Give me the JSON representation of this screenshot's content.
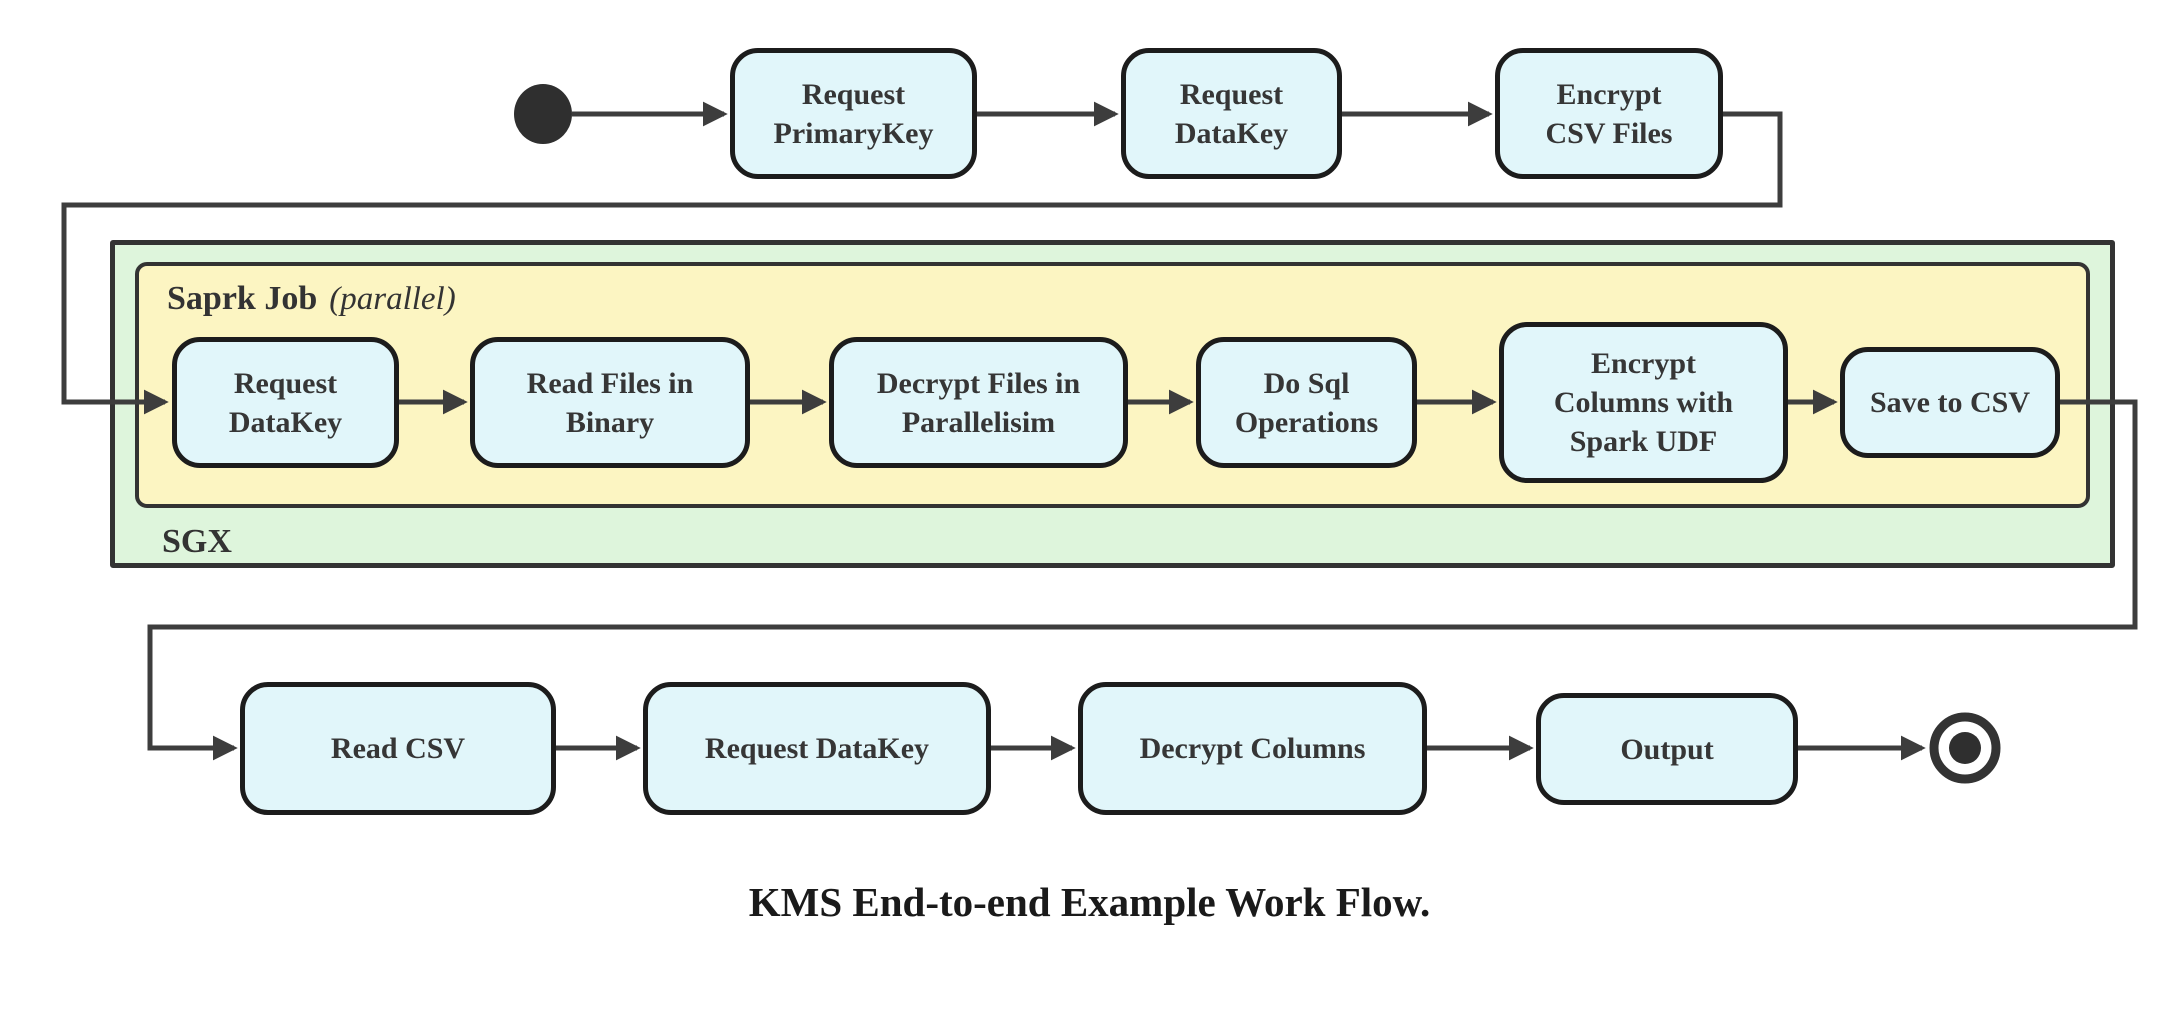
{
  "title": "KMS End-to-end Example Work Flow.",
  "top_row": [
    {
      "label": "Request\nPrimaryKey"
    },
    {
      "label": "Request\nDataKey"
    },
    {
      "label": "Encrypt\nCSV Files"
    }
  ],
  "spark": {
    "title": "Saprk Job",
    "mode": "(parallel)",
    "nodes": [
      {
        "label": "Request\nDataKey"
      },
      {
        "label": "Read Files in\nBinary"
      },
      {
        "label": "Decrypt Files in\nParallelisim"
      },
      {
        "label": "Do Sql\nOperations"
      },
      {
        "label": "Encrypt\nColumns with\nSpark UDF"
      },
      {
        "label": "Save to CSV"
      }
    ]
  },
  "sgx": {
    "label": "SGX"
  },
  "bottom_row": [
    {
      "label": "Read CSV"
    },
    {
      "label": "Request DataKey"
    },
    {
      "label": "Decrypt Columns"
    },
    {
      "label": "Output"
    }
  ],
  "nodes_meta": {
    "start_node": "initial-state",
    "end_node": "final-state"
  },
  "colors": {
    "node_fill": "#e1f6fa",
    "node_border": "#1c1c1c",
    "spark_container_fill": "#fcf5c2",
    "sgx_container_fill": "#def5dc",
    "container_border": "#333333",
    "connector": "#3d3d3d",
    "text": "#363636"
  }
}
